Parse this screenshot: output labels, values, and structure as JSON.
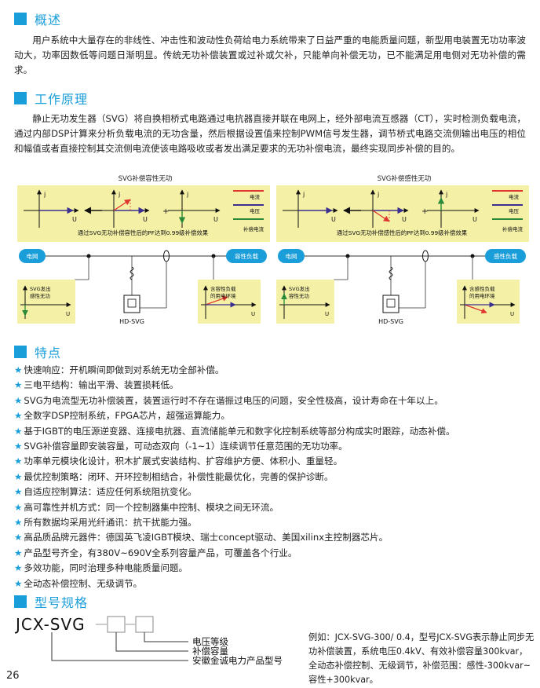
{
  "sections": {
    "overview": {
      "title": "概述",
      "body": "用户系统中大量存在的非线性、冲击性和波动性负荷给电力系统带来了日益严重的电能质量问题，新型用电装置无功功率波动大，功率因数低等问题日渐明显。传统无功补偿装置或过补或欠补，只能单向补偿无功，已不能满足用电侧对无功补偿的需求。"
    },
    "principle": {
      "title": "工作原理",
      "body": "静止无功发生器（SVG）将自换相桥式电路通过电抗器直接并联在电网上，经外部电流互感器（CT），实时检测负载电流，通过内部DSP计算来分析负载电流的无功含量，然后根据设置值来控制PWM信号发生器，调节桥式电路交流侧输出电压的相位和幅值或者直接控制其交流侧电流使该电路吸收或者发出满足要求的无功补偿电流，最终实现同步补偿的目的。"
    },
    "features": {
      "title": "特点"
    },
    "model": {
      "title": "型号规格"
    }
  },
  "diagram": {
    "left": {
      "title": "SVG补偿容性无功",
      "summary": "通过SVG无功补偿容性后的PF达到0.99级补偿效果",
      "load_label": "容性负载",
      "svg_box": "SVG发出\n感性无功",
      "load_box": "含容性负载\n的用电环境"
    },
    "right": {
      "title": "SVG补偿感性无功",
      "summary": "通过SVG无功补偿感性后的PF达到0.99级补偿效果",
      "load_label": "感性负载",
      "svg_box": "SVG发出\n容性无功",
      "load_box": "含感性负载\n的用电环境"
    },
    "grid_label": "电网",
    "device_label": "HD-SVG",
    "axis_j": "j",
    "axis_u": "U",
    "legend": [
      "电流",
      "电压",
      "补偿电流"
    ],
    "colors": {
      "current": "#e0342f",
      "voltage": "#3b2f8f",
      "compensation": "#2a8a3a",
      "accent": "#1a9ed9",
      "panel": "#f4f0a6"
    }
  },
  "features": [
    "快速响应：开机瞬间即做到对系统无功全部补偿。",
    "三电平结构：输出平滑、装置损耗低。",
    "SVG为电流型无功补偿装置，装置运行时不存在谐振过电压的问题，安全性极高，设计寿命在十年以上。",
    "全数字DSP控制系统，FPGA芯片，超强运算能力。",
    "基于IGBT的电压源逆变器、连接电抗器、直流储能单元和数字化控制系统等部分构成实时跟踪，动态补偿。",
    "SVG补偿容量即安装容量，可动态双向（-1~1）连续调节任意范围的无功功率。",
    "功率单元模块化设计，积木扩展式安装结构、扩容维护方便、体积小、重量轻。",
    "最优控制策略：闭环、开环控制相结合，补偿性能最优化，完善的保护诊断。",
    "自适应控制算法：适应任何系统阻抗变化。",
    "高可靠性并机方式：同一个控制器集中控制、模块之间无环流。",
    "所有数据均采用光纤通讯：抗干扰能力强。",
    "高品质品牌元器件：德国英飞凌IGBT模块、瑞士concept驱动、美国xilinx主控制器芯片。",
    "产品型号齐全，有380V~690V全系列容量产品，可覆盖各个行业。",
    "多效功能，同时治理多种电能质量问题。",
    "全动态补偿控制、无级调节。"
  ],
  "model": {
    "code": "JCX-SVG",
    "labels": [
      "电压等级",
      "补偿容量",
      "安徽金诚电力产品型号"
    ],
    "example": "例如：JCX-SVG-300/ 0.4，型号JCX-SVG表示静止同步无功补偿装置，系统电压0.4kV、有效补偿容量300kvar，全动态补偿控制、无级调节，补偿范围：感性-300kvar~容性+300kvar。"
  },
  "page_number": "26"
}
